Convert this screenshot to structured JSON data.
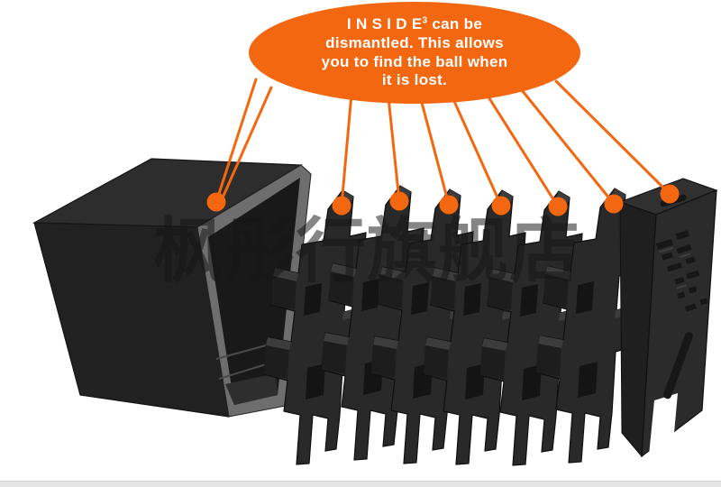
{
  "figure": {
    "type": "exploded-view-diagram",
    "callout_dot_count": 8,
    "puzzle_layer_count": 7
  },
  "bubble": {
    "brand": "I N S I D E",
    "superscript": "3",
    "line1_rest": " can be",
    "line2": "dismantled. This allows",
    "line3": "you to find the ball when",
    "line4": "it is lost."
  },
  "watermark": {
    "text": "枫彤行旗舰店"
  },
  "colors": {
    "accent_orange": "#F2670F",
    "bubble_text": "#FFFFFF",
    "cube_dark": "#262626",
    "plate_dark": "#292929",
    "frame_gray": "#6E6E6E",
    "background": "#FFFFFF",
    "bottom_strip": "#E4E4E4",
    "watermark_gray": "rgba(22,22,22,0.52)"
  }
}
